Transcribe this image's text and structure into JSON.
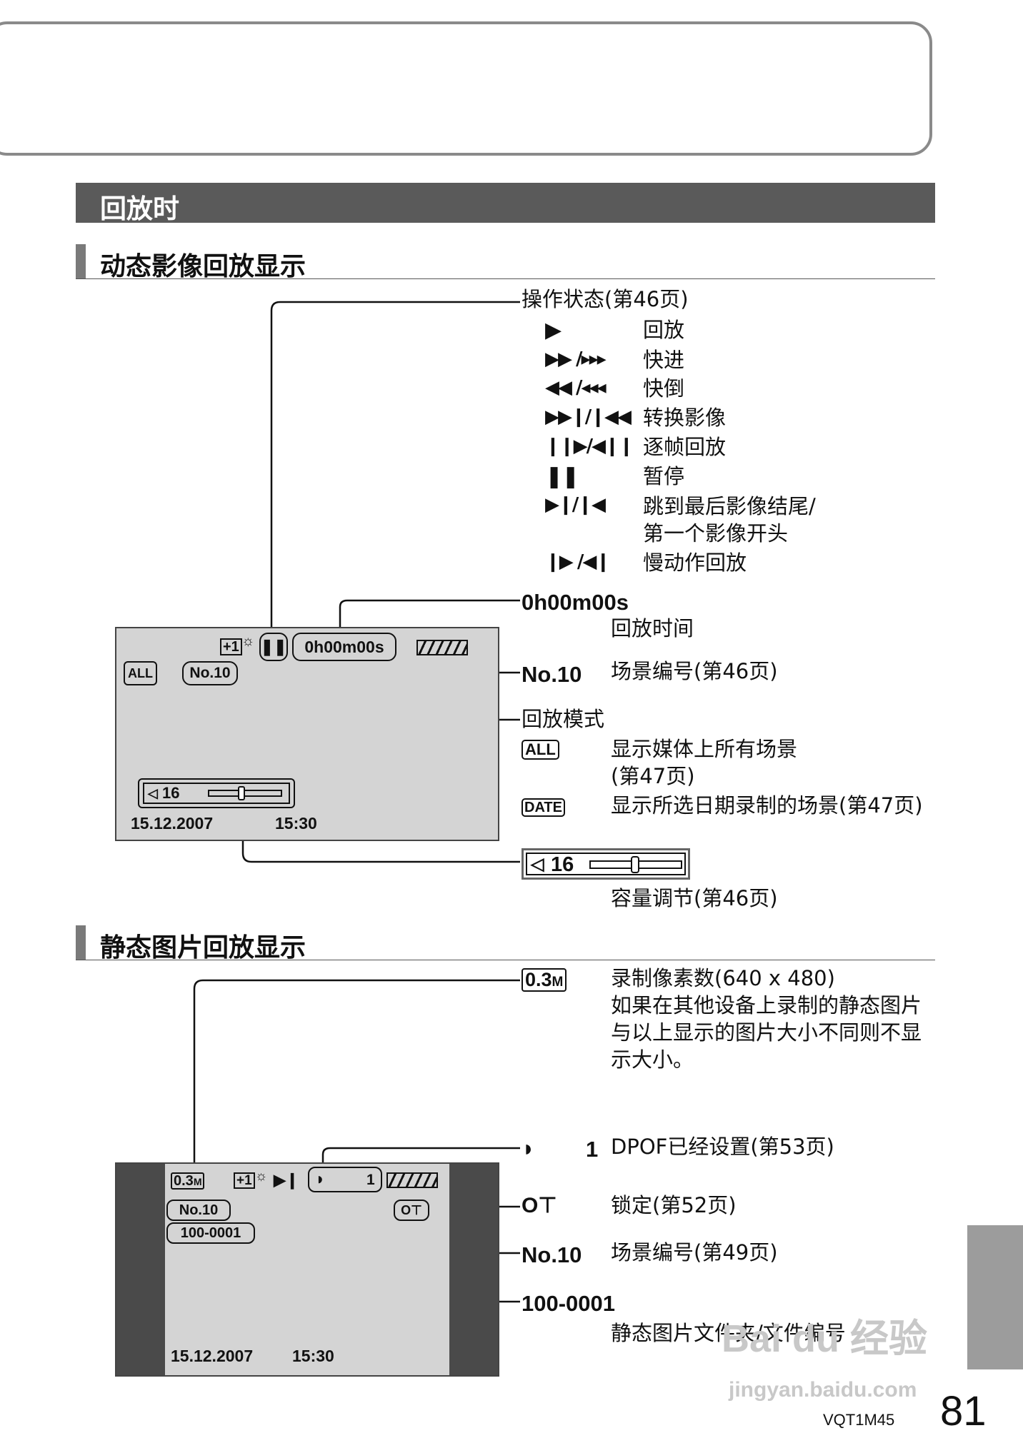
{
  "playback_header": "回放时",
  "movie_section": {
    "title": "动态影像回放显示",
    "operation_label": "操作状态(第46页)",
    "operations": [
      {
        "symbol": "▶",
        "label": "回放"
      },
      {
        "symbol": "▶▶ /▸▸▸",
        "label": "快进"
      },
      {
        "symbol": "◀◀ /◂◂◂",
        "label": "快倒"
      },
      {
        "symbol": "▶▶❙/❙◀◀",
        "label": "转换影像"
      },
      {
        "symbol": "❙❙▶/◀❙❙",
        "label": "逐帧回放"
      },
      {
        "symbol": "❚❚",
        "label": "暂停"
      },
      {
        "symbol": "▶❙/❙◀",
        "label": "跳到最后影像结尾/\n第一个影像开头"
      },
      {
        "symbol": "❙▶ /◀❙",
        "label": "慢动作回放"
      }
    ],
    "time_code": "0h00m00s",
    "time_label": "回放时间",
    "scene_no": "No.10",
    "scene_label": "场景编号(第46页)",
    "mode_label": "回放模式",
    "mode_all_icon": "ALL",
    "mode_all_desc": "显示媒体上所有场景\n(第47页)",
    "mode_date_icon": "DATE",
    "mode_date_desc": "显示所选日期录制的场景(第47页)",
    "volume_value": "16",
    "volume_label": "容量调节(第46页)",
    "screen": {
      "exposure": "+1",
      "time_code": "0h00m00s",
      "mode": "ALL",
      "scene_no": "No.10",
      "volume": "16",
      "date": "15.12.2007",
      "time": "15:30"
    }
  },
  "still_section": {
    "title": "静态图片回放显示",
    "size_icon": "0.3",
    "size_unit": "M",
    "size_desc": "录制像素数(640 x 480)\n如果在其他设备上录制的静态图片与以上显示的图片大小不同则不显示大小。",
    "dpof_count": "1",
    "dpof_desc": "DPOF已经设置(第53页)",
    "lock_desc": "锁定(第52页)",
    "scene_no": "No.10",
    "scene_label": "场景编号(第49页)",
    "file_no": "100-0001",
    "file_label": "静态图片文件夹/文件编号",
    "screen": {
      "size": "0.3",
      "size_unit": "M",
      "exposure": "+1",
      "dpof_count": "1",
      "scene_no": "No.10",
      "file_no": "100-0001",
      "date": "15.12.2007",
      "time": "15:30"
    }
  },
  "footer": {
    "model": "VQT1M45",
    "page_number": "81"
  },
  "watermark": {
    "brand": "Bai du 经验",
    "url": "jingyan.baidu.com"
  }
}
